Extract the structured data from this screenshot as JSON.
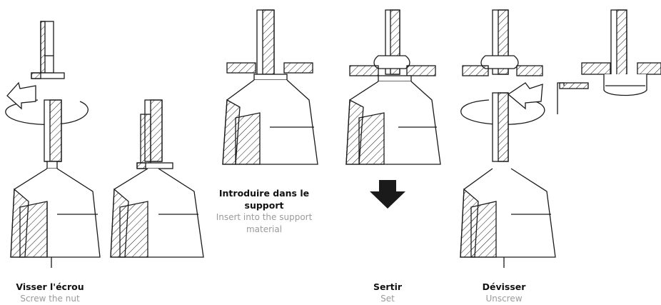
{
  "steps": [
    {
      "title": "Visser l'écrou",
      "subtitle": "Screw the nut"
    },
    {
      "title": "Introduire dans le support",
      "subtitle": "Insert into the support material"
    },
    {
      "title": "Sertir",
      "subtitle": "Set"
    },
    {
      "title": "Dévisser",
      "subtitle": "Unscrew"
    }
  ],
  "colors": {
    "line": "#1a1a1a",
    "arrow": "#1a1a1a",
    "caption_title": "#111111",
    "caption_sub": "#9a9a9a"
  }
}
